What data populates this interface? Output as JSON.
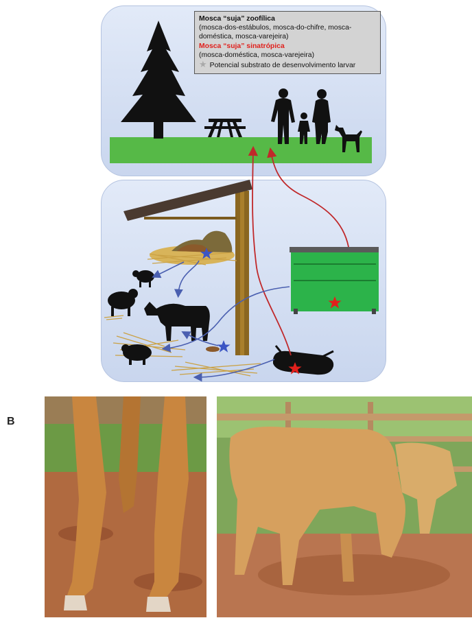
{
  "legend": {
    "line1": "Mosca “suja” zoofílica",
    "line2": "(mosca-dos-estábulos,  mosca-do-chifre,  mosca-doméstica, mosca-varejeira)",
    "line3": "Mosca “suja” sinatrópica",
    "line4": "(mosca-doméstica,  mosca-varejeira)",
    "line5": "Potencial substrato de desenvolvimento larvar"
  },
  "panel_b_label": "B",
  "colors": {
    "panel_bg": "#d6e1f3",
    "grass": "#56b947",
    "dumpster": "#2cb34a",
    "red_arrow": "#c0282a",
    "blue_arrow": "#4a5fb0",
    "wood": "#8a6620"
  },
  "icons": [
    "tree-icon",
    "picnic-table-icon",
    "family-icon",
    "dog-icon",
    "sheep-icon",
    "cow-icon",
    "pig-icon",
    "dumpster-icon",
    "star-icon"
  ]
}
